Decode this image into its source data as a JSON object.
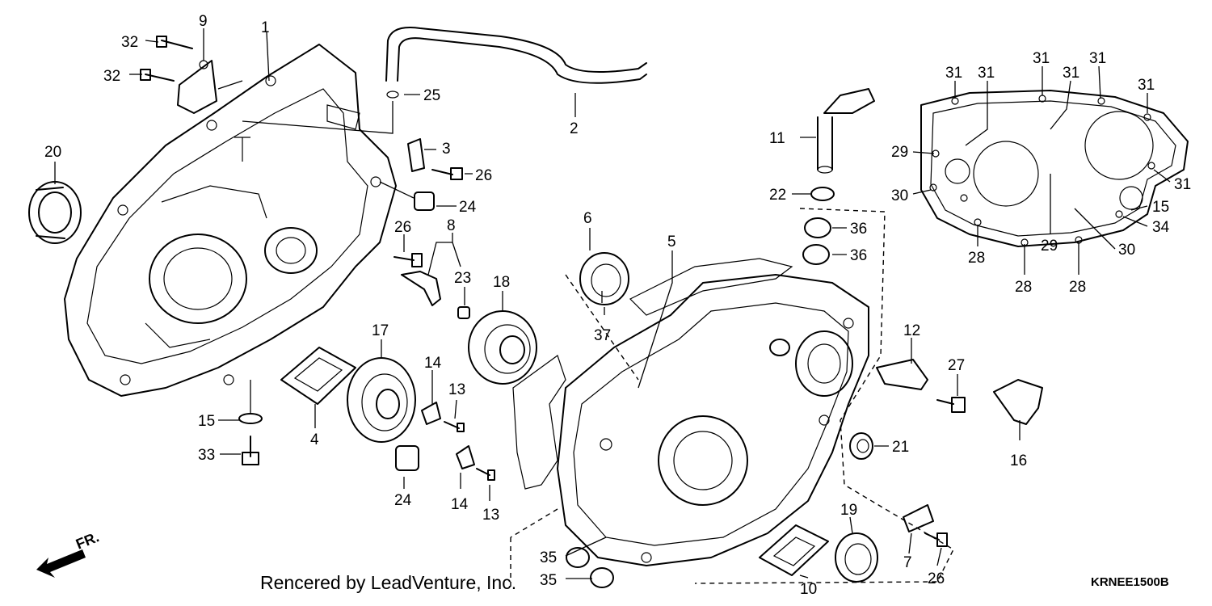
{
  "labels": {
    "n1": "1",
    "n2": "2",
    "n3": "3",
    "n4": "4",
    "n5": "5",
    "n6": "6",
    "n7": "7",
    "n8": "8",
    "n9": "9",
    "n10": "10",
    "n11": "11",
    "n12": "12",
    "n13": "13",
    "n14": "14",
    "n15": "15",
    "n16": "16",
    "n17": "17",
    "n18": "18",
    "n19": "19",
    "n20": "20",
    "n21": "21",
    "n22": "22",
    "n23": "23",
    "n24": "24",
    "n25": "25",
    "n26": "26",
    "n27": "27",
    "n28": "28",
    "n29": "29",
    "n30": "30",
    "n31": "31",
    "n32": "32",
    "n33": "33",
    "n34": "34",
    "n35": "35",
    "n36": "36",
    "n37": "37"
  },
  "direction_label": "FR.",
  "footer": {
    "credit": "Rencered by LeadVenture, Inc.",
    "code": "KRNEE1500B"
  }
}
